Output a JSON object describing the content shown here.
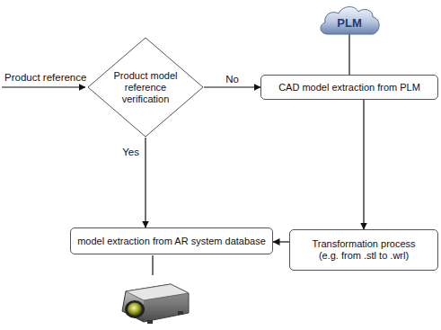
{
  "diagram": {
    "nodes": [
      {
        "text": [
          "PLM"
        ]
      },
      {
        "text": [
          "Product model reference verification"
        ]
      },
      {
        "text": [
          "CAD model extraction from PLM"
        ]
      },
      {
        "text": [
          "model extraction from AR system database"
        ]
      },
      {
        "text": [
          "Transformation process (e.g. from .stl to .wrl)"
        ]
      }
    ],
    "edges": [
      {
        "from": 0,
        "to": 2,
        "arrow": "none"
      },
      {
        "from": 1,
        "to": 2,
        "label": "No",
        "arrow": "to"
      },
      {
        "from": 1,
        "to": 3,
        "label": "Yes",
        "arrow": "to"
      },
      {
        "from": 2,
        "to": 4,
        "arrow": "to"
      },
      {
        "from": 4,
        "to": 3,
        "arrow": "to"
      }
    ],
    "labels": [
      "Product reference"
    ]
  }
}
